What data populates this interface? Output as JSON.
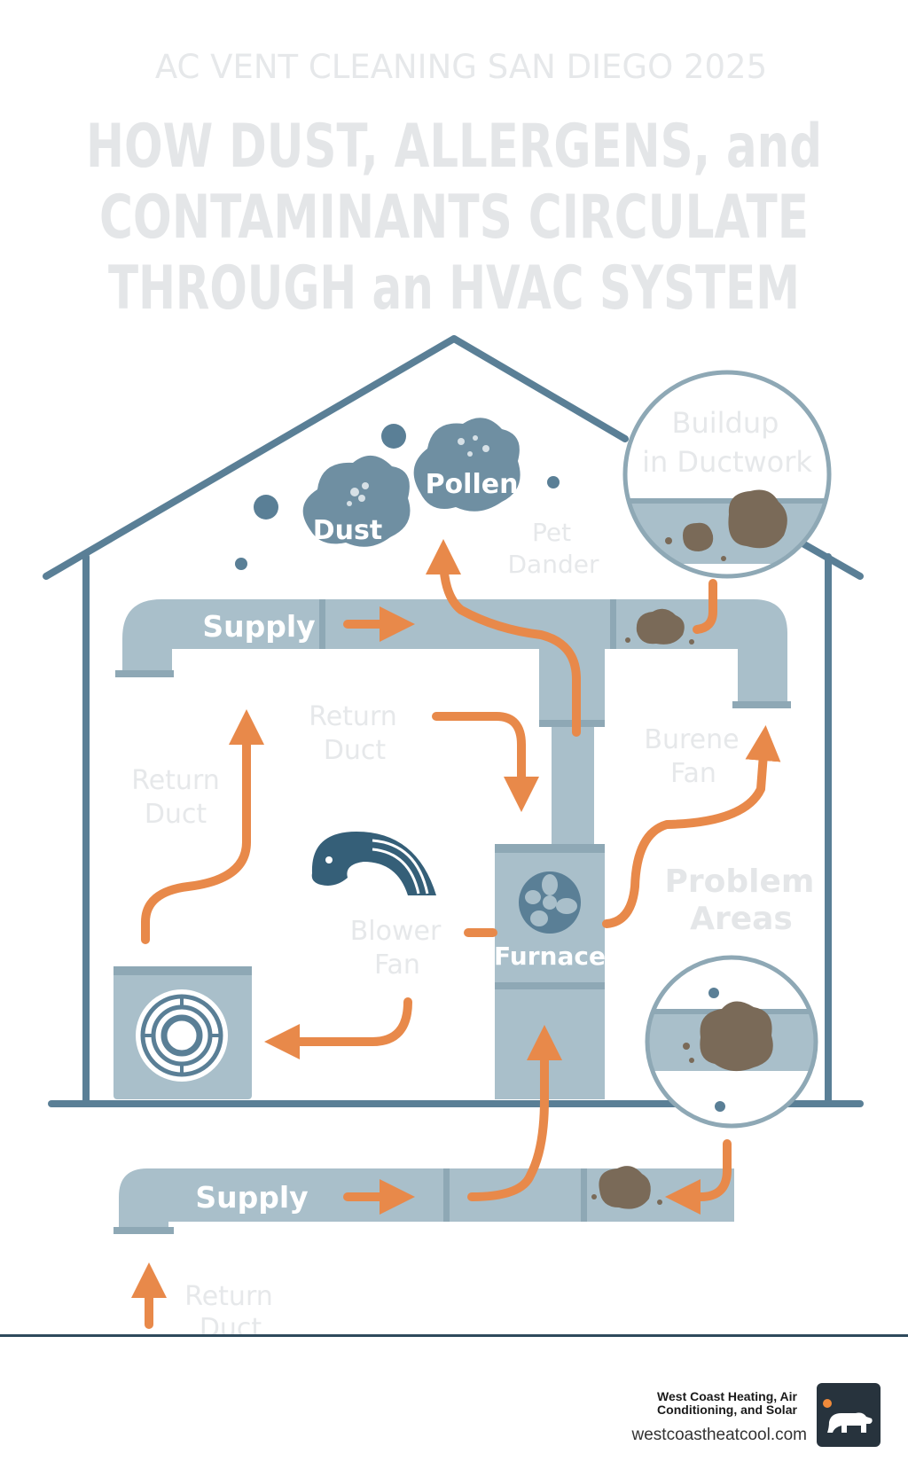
{
  "header": {
    "kicker": "AC VENT CLEANING SAN DIEGO   2025",
    "title_lines": [
      "HOW DUST, ALLERGENS, and",
      "CONTAMINANTS CIRCULATE",
      "THROUGH an HVAC SYSTEM"
    ]
  },
  "diagram": {
    "contaminants": {
      "dust": "Dust",
      "pollen": "Pollen",
      "pet_dander": [
        "Pet",
        "Dander"
      ]
    },
    "ducts": {
      "supply_upper": "Supply",
      "supply_lower": "Supply",
      "return_upper": [
        "Return",
        "Duct"
      ],
      "return_left": [
        "Return",
        "Duct"
      ],
      "return_bottom": [
        "Return",
        "Duct"
      ]
    },
    "components": {
      "furnace": "Furnace",
      "blower_fan": [
        "Blower",
        "Fan"
      ],
      "burene_fan": [
        "Burene",
        "Fan"
      ]
    },
    "callouts": {
      "buildup": [
        "Buildup",
        "in Ductwork"
      ],
      "problem_areas": [
        "Problem",
        "Areas"
      ]
    },
    "colors": {
      "structure": "#5a7f96",
      "duct": "#a9bfca",
      "duct_dark": "#8ea8b5",
      "arrow": "#e8894a",
      "debris": "#7a6a58",
      "cloud": "#6f8fa2"
    }
  },
  "footer": {
    "company": "West Coast Heating, Air Conditioning, and Solar",
    "url": "westcoastheatcool.com",
    "logo_icon": "bear-icon"
  }
}
